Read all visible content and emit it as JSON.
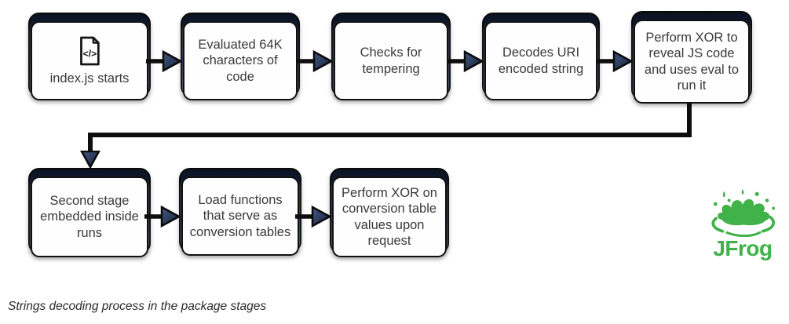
{
  "diagram": {
    "title": "Strings decoding process flowchart",
    "nodes": [
      {
        "id": 1,
        "label": "index.js starts",
        "icon": "code-file-icon"
      },
      {
        "id": 2,
        "label": "Evaluated 64K characters of code"
      },
      {
        "id": 3,
        "label": "Checks for tempering"
      },
      {
        "id": 4,
        "label": "Decodes URI encoded string"
      },
      {
        "id": 5,
        "label": "Perform XOR to reveal JS code and uses eval to run it"
      },
      {
        "id": 6,
        "label": "Second stage embedded inside runs"
      },
      {
        "id": 7,
        "label": "Load functions that serve as conversion tables"
      },
      {
        "id": 8,
        "label": "Perform XOR on conversion table values upon request"
      }
    ],
    "edges": [
      {
        "from": 1,
        "to": 2,
        "type": "right-arrow"
      },
      {
        "from": 2,
        "to": 3,
        "type": "right-arrow"
      },
      {
        "from": 3,
        "to": 4,
        "type": "right-arrow"
      },
      {
        "from": 4,
        "to": 5,
        "type": "right-arrow"
      },
      {
        "from": 5,
        "to": 6,
        "type": "elbow-down-arrow"
      },
      {
        "from": 6,
        "to": 7,
        "type": "right-arrow"
      },
      {
        "from": 7,
        "to": 8,
        "type": "right-arrow"
      }
    ]
  },
  "caption": {
    "text": "Strings decoding process in the package stages"
  },
  "logo": {
    "text": "JFrog",
    "icon": "jfrog-splash-icon",
    "color": "#41b149"
  },
  "colors": {
    "background": "#ffffff",
    "node_header": "#1c2b4d",
    "node_border": "#0a0a0a",
    "node_fill": "#fefefe",
    "arrow_line": "#0e0e0e",
    "arrow_head": "#2d4161",
    "text": "#3a3a3a"
  }
}
